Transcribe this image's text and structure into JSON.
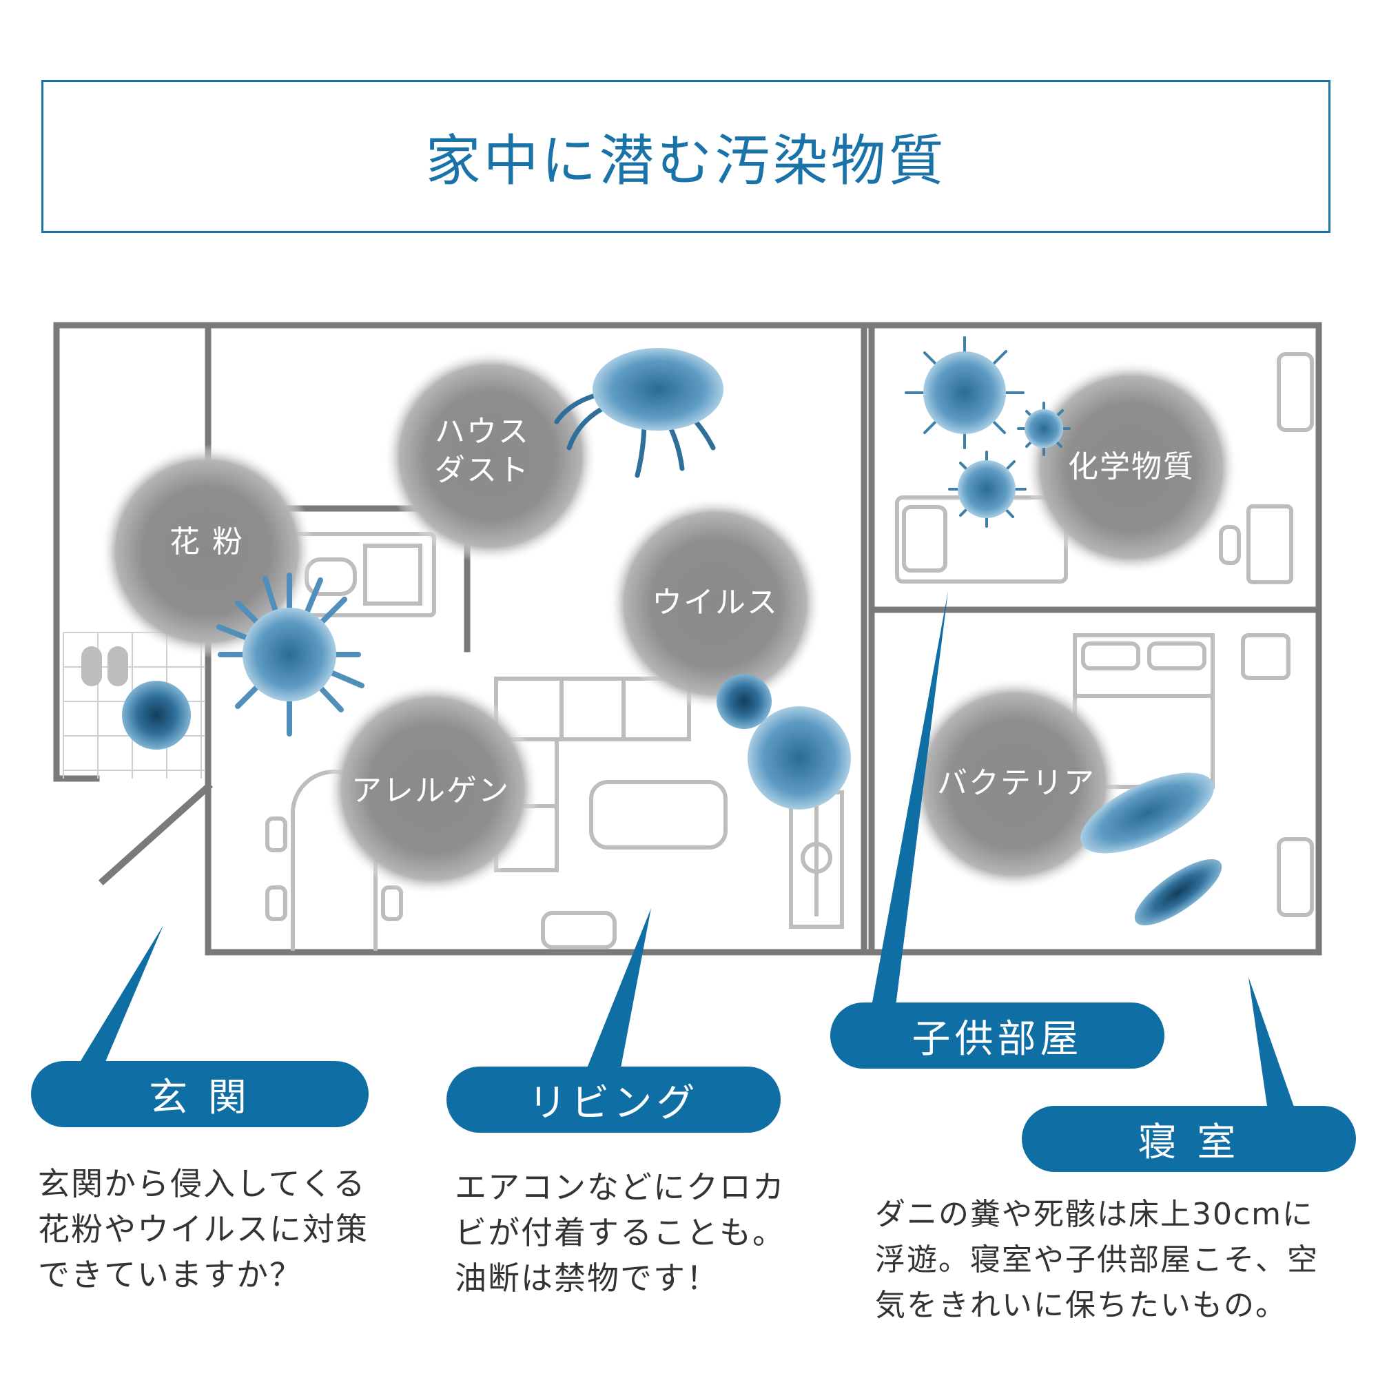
{
  "title": "家中に潜む汚染物質",
  "pollutants": {
    "pollen": "花 粉",
    "house_dust": "ハウス\nダスト",
    "virus": "ウイルス",
    "allergen": "アレルゲン",
    "chemical": "化学物質",
    "bacteria": "バクテリア"
  },
  "rooms": {
    "entrance": {
      "label": "玄 関",
      "description": "玄関から侵入してくる\n花粉やウイルスに対策\nできていますか？"
    },
    "living": {
      "label": "リビング",
      "description": "エアコンなどにクロカ\nビが付着することも。\n油断は禁物です！"
    },
    "kids_room": {
      "label": "子供部屋"
    },
    "bedroom": {
      "label": "寝 室",
      "description": "ダニの糞や死骸は床上30cmに\n浮遊。寝室や子供部屋こそ、空\n気をきれいに保ちたいもの。"
    }
  },
  "colors": {
    "accent": "#0f6fa4",
    "wall": "#7a7a7a",
    "furniture": "#bdbdbd",
    "blob": "#8e8e8e",
    "microbe": "#3f7ea6"
  }
}
